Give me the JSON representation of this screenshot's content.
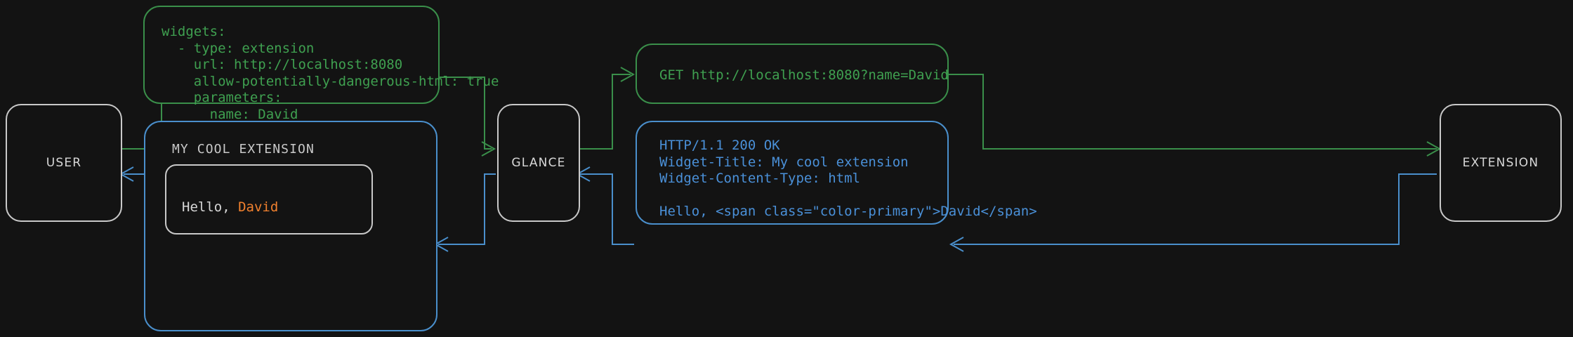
{
  "theme": {
    "background": "#131313",
    "request_color": "#3fa050",
    "response_color": "#4a90d8",
    "node_border": "#c9c9c9",
    "accent_primary": "#f0802e",
    "text_color": "#d7d7d7"
  },
  "nodes": {
    "user": {
      "label": "USER"
    },
    "glance": {
      "label": "GLANCE"
    },
    "extension": {
      "label": "EXTENSION"
    }
  },
  "messages": {
    "config_yaml": {
      "flow": "request",
      "color": "#3fa050",
      "text": "widgets:\n  - type: extension\n    url: http://localhost:8080\n    allow-potentially-dangerous-html: true\n    parameters:\n      name: David"
    },
    "http_request": {
      "flow": "request",
      "color": "#3fa050",
      "text": "GET http://localhost:8080?name=David"
    },
    "http_response": {
      "flow": "response",
      "color": "#4a90d8",
      "text": "HTTP/1.1 200 OK\nWidget-Title: My cool extension\nWidget-Content-Type: html\n\nHello, <span class=\"color-primary\">David</span>"
    },
    "widget_render": {
      "flow": "response",
      "color": "#4a90d8",
      "title": "MY COOL EXTENSION",
      "body_prefix": "Hello, ",
      "body_accent": "David"
    }
  },
  "edges": [
    {
      "name": "user-to-config",
      "from": "user",
      "to": "config_yaml",
      "kind": "request"
    },
    {
      "name": "config-to-glance",
      "from": "config_yaml",
      "to": "glance",
      "kind": "request"
    },
    {
      "name": "glance-to-request",
      "from": "glance",
      "to": "http_request",
      "kind": "request"
    },
    {
      "name": "request-to-extension",
      "from": "http_request",
      "to": "extension",
      "kind": "request"
    },
    {
      "name": "extension-to-response",
      "from": "extension",
      "to": "http_response",
      "kind": "response"
    },
    {
      "name": "response-to-glance",
      "from": "http_response",
      "to": "glance",
      "kind": "response"
    },
    {
      "name": "glance-to-widget",
      "from": "glance",
      "to": "widget_render",
      "kind": "response"
    },
    {
      "name": "widget-to-user",
      "from": "widget_render",
      "to": "user",
      "kind": "response"
    }
  ]
}
